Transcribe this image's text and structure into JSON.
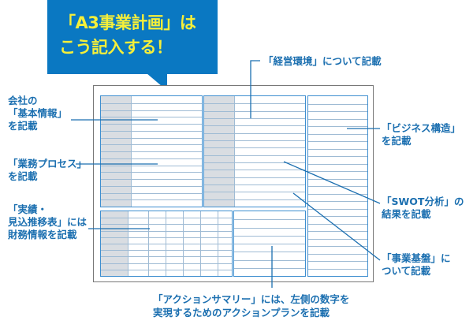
{
  "callout": {
    "line1": "「A3事業計画」は",
    "line2": "こう記入する！",
    "color": "#0a78c2",
    "text_color": "#f5ef3a"
  },
  "annotations": {
    "environment": "「経営環境」について記載",
    "basic_info": "会社の\n「基本情報」\nを記載",
    "business_process": "「業務プロセス」\nを記載",
    "results": "「実績・\n見込推移表」には\n財務情報を記載",
    "business_structure": "「ビジネス構造」\nを記載",
    "swot": "「SWOT分析」の\n結果を記載",
    "foundation": "「事業基盤」に\nついて記載",
    "action_summary": "「アクションサマリー」には、左側の数字を\n実現するためのアクションプランを記載"
  },
  "accent_color": "#1b6fb0"
}
